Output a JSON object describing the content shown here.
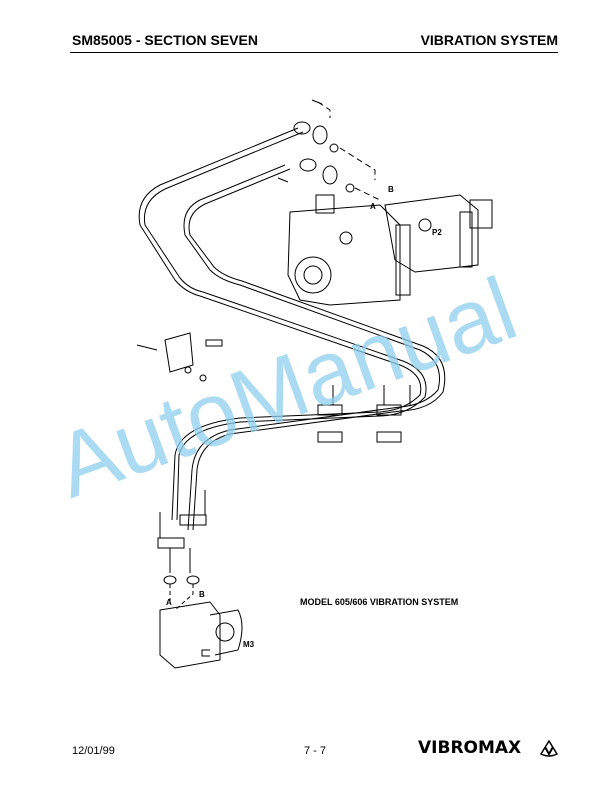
{
  "header": {
    "left": "SM85005 - SECTION SEVEN",
    "right": "VIBRATION SYSTEM"
  },
  "drawing": {
    "labels": {
      "pump_b": "B",
      "pump_a": "A",
      "pump_p2": "P2",
      "motor_a": "A",
      "motor_b": "B",
      "motor_m3": "M3"
    },
    "caption": "MODEL 605/606 VIBRATION SYSTEM"
  },
  "watermark": "AutoManual",
  "footer": {
    "date": "12/01/99",
    "page": "7 - 7",
    "logo": "VIBROMAX"
  }
}
